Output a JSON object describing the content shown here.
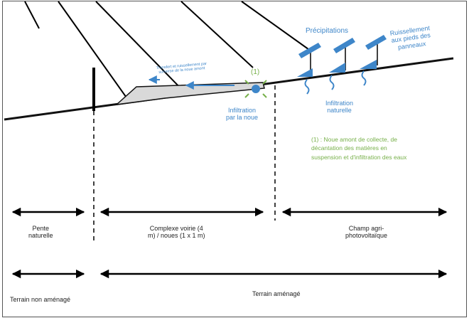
{
  "labels": {
    "precipitations": "Précipitations",
    "ruissellement": "Ruissellement\naux pieds des\npanneaux",
    "transfert": "Transfert et ruissellement par\nsurverse de la noue amont",
    "marker": "(1)",
    "infiltration_noue": "Infiltration\npar la noue",
    "infiltration_naturelle": "Infiltration\nnaturelle",
    "note": "(1) : Noue amont de collecte, de\ndécantation des matières en\nsuspension et d'infiltration des eaux",
    "pente": "Pente\nnaturelle",
    "complexe": "Complexe voirie (4\nm) / noues (1 x 1 m)",
    "champ": "Champ agri-\nphotovoltaïque",
    "non_amenage": "Terrain non aménagé",
    "amenage": "Terrain aménagé"
  },
  "colors": {
    "blue": "#3e86c9",
    "green": "#77b04a",
    "panel": "#3e86c9",
    "ground": "#111111",
    "road": "#d9d9d9"
  }
}
